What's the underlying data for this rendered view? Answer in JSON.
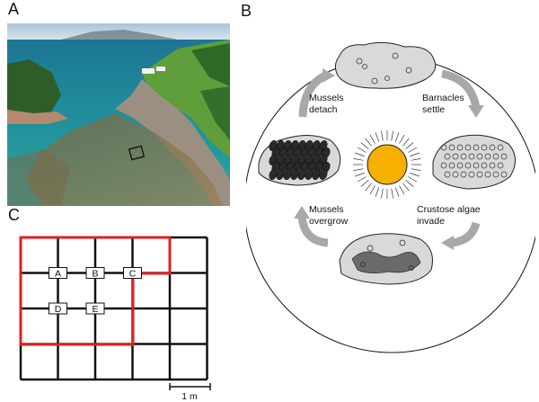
{
  "panels": {
    "a": {
      "letter": "A"
    },
    "b": {
      "letter": "B"
    },
    "c": {
      "letter": "C"
    }
  },
  "cycle": {
    "stages": [
      {
        "line1": "Mussels",
        "line2": "detach"
      },
      {
        "line1": "Barnacles",
        "line2": "settle"
      },
      {
        "line1": "Crustose algae",
        "line2": "invade"
      },
      {
        "line1": "Mussels",
        "line2": "overgrow"
      }
    ],
    "sun_color": "#f5b000",
    "arrow_color": "#a8a8a8",
    "rock_color": "#d9d9d9"
  },
  "grid": {
    "columns": 5,
    "rows": 4,
    "quadrats": [
      {
        "label": "A",
        "row": 1,
        "col": 1
      },
      {
        "label": "B",
        "row": 1,
        "col": 2
      },
      {
        "label": "C",
        "row": 1,
        "col": 3
      },
      {
        "label": "D",
        "row": 2,
        "col": 1
      },
      {
        "label": "E",
        "row": 2,
        "col": 2
      }
    ],
    "highlight_color": "#e02020",
    "scale_label": "1 m"
  }
}
